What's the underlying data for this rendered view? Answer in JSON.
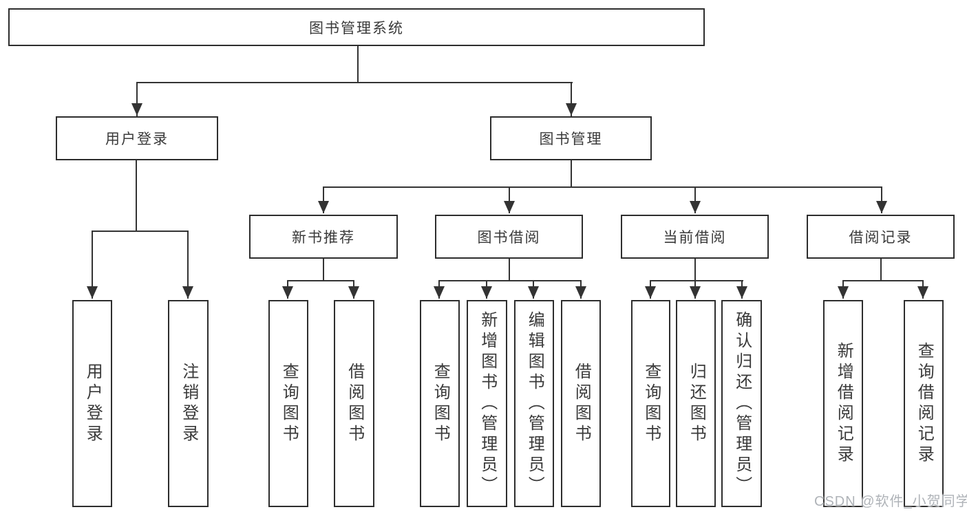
{
  "diagram": {
    "root": {
      "label": "图书管理系统"
    },
    "branches": [
      {
        "label": "用户登录",
        "leaves": [
          {
            "label": "用户登录"
          },
          {
            "label": "注销登录"
          }
        ]
      },
      {
        "label": "图书管理",
        "groups": [
          {
            "label": "新书推荐",
            "leaves": [
              {
                "label": "查询图书"
              },
              {
                "label": "借阅图书"
              }
            ]
          },
          {
            "label": "图书借阅",
            "leaves": [
              {
                "label": "查询图书"
              },
              {
                "label": "新增图书（管理员）"
              },
              {
                "label": "编辑图书（管理员）"
              },
              {
                "label": "借阅图书"
              }
            ]
          },
          {
            "label": "当前借阅",
            "leaves": [
              {
                "label": "查询图书"
              },
              {
                "label": "归还图书"
              },
              {
                "label": "确认归还（管理员）"
              }
            ]
          },
          {
            "label": "借阅记录",
            "leaves": [
              {
                "label": "新增借阅记录"
              },
              {
                "label": "查询借阅记录"
              }
            ]
          }
        ]
      }
    ],
    "colors": {
      "background": "#ffffff",
      "box_fill": "#ffffff",
      "box_border": "#2d2d2d",
      "line": "#333333",
      "text": "#3a3a3a",
      "watermark": "#afb3b8"
    }
  },
  "watermark": {
    "text": "CSDN @软件_小贺同学"
  }
}
